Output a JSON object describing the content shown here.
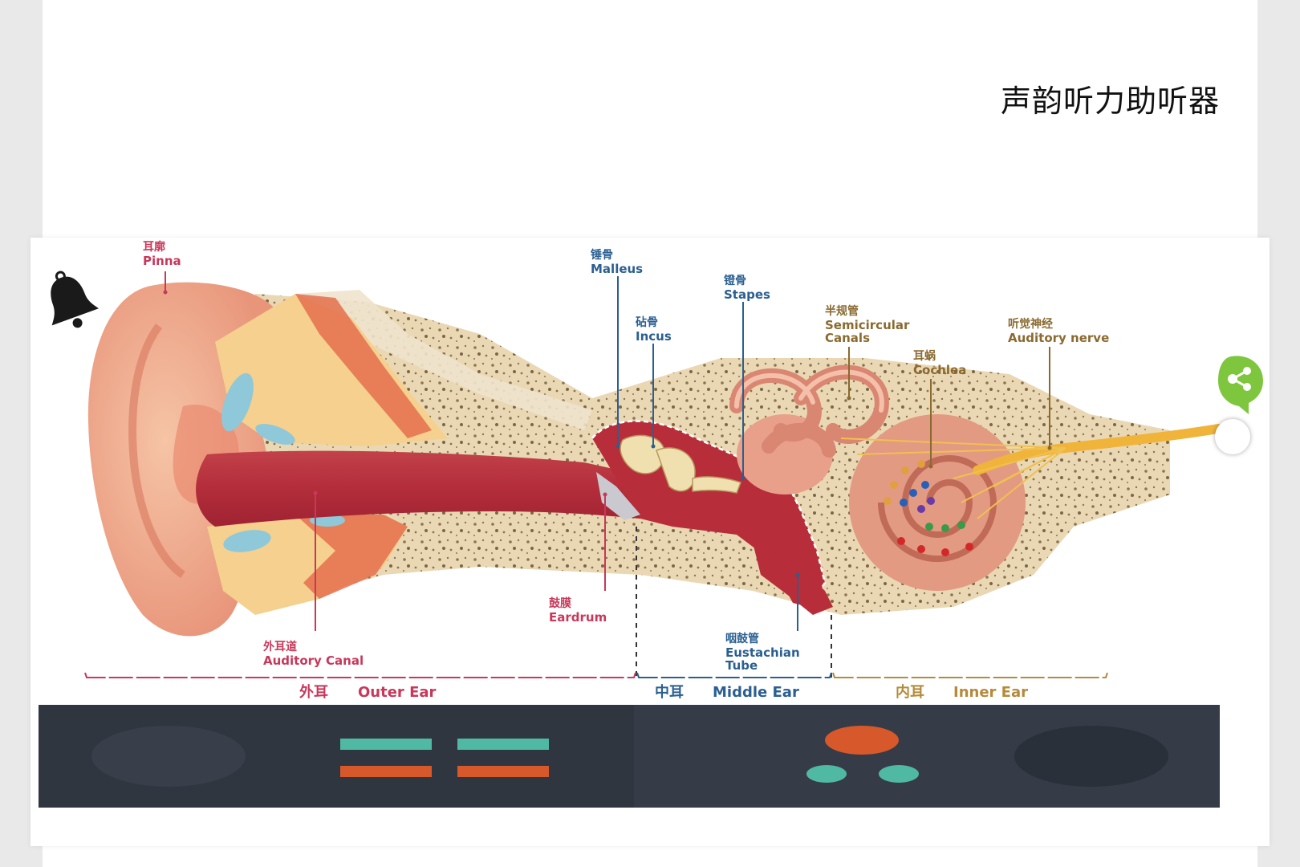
{
  "title": "声韵听力助听器",
  "labels": {
    "pinna": {
      "cn": "耳廓",
      "en": "Pinna"
    },
    "malleus": {
      "cn": "锤骨",
      "en": "Malleus"
    },
    "incus": {
      "cn": "砧骨",
      "en": "Incus"
    },
    "stapes": {
      "cn": "镫骨",
      "en": "Stapes"
    },
    "semicircular": {
      "cn": "半规管",
      "en1": "Semicircular",
      "en2": "Canals"
    },
    "cochlea": {
      "cn": "耳蜗",
      "en": "Cochlea"
    },
    "nerve": {
      "cn": "听觉神经",
      "en": "Auditory nerve"
    },
    "eardrum": {
      "cn": "鼓膜",
      "en": "Eardrum"
    },
    "canal": {
      "cn": "外耳道",
      "en": "Auditory Canal"
    },
    "eustachian": {
      "cn": "咽鼓管",
      "en1": "Eustachian",
      "en2": "Tube"
    }
  },
  "sections": {
    "outer": {
      "cn": "外耳",
      "en": "Outer Ear"
    },
    "middle": {
      "cn": "中耳",
      "en": "Middle Ear"
    },
    "inner": {
      "cn": "内耳",
      "en": "Inner Ear"
    }
  },
  "colors": {
    "outer": "#c8385a",
    "middle": "#2a5f91",
    "inner": "#b58a3a",
    "bar_dark": "#2f3640",
    "teal": "#4fb9a3",
    "orange": "#d7582b"
  },
  "icons": {
    "bell": "bell-icon",
    "share": "share-icon"
  }
}
